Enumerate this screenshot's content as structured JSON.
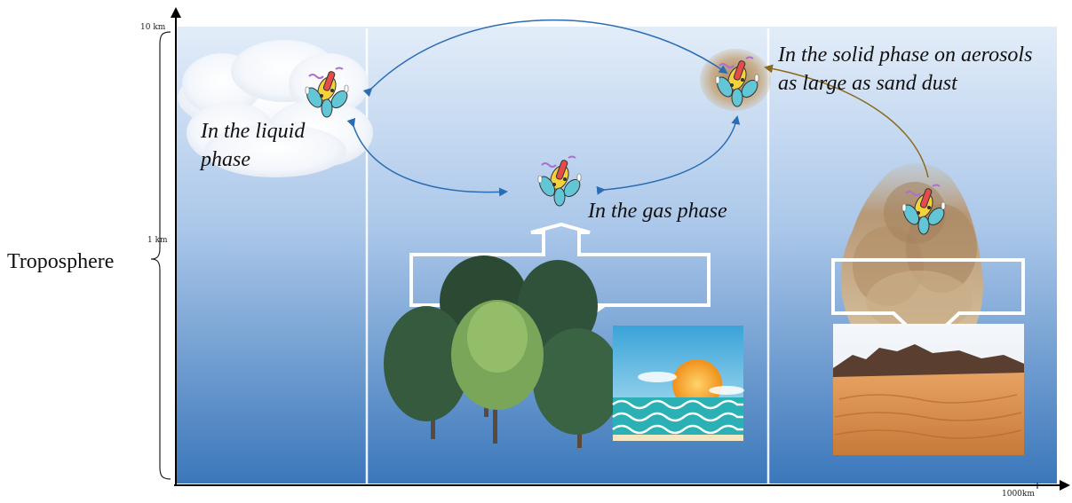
{
  "axis": {
    "y_top_label": "10 km",
    "y_mid_label": "1 km",
    "x_end_label": "1000km",
    "region_label": "Troposphere"
  },
  "labels": {
    "liquid": "In the liquid phase",
    "gas": "In the gas phase",
    "solid": "In the solid phase on aerosols as large as sand dust"
  },
  "colors": {
    "sky_top": "#dde9f8",
    "sky_bottom": "#3c79bc",
    "arrow_blue": "#2a6db3",
    "arrow_olive": "#8a6a1a"
  },
  "icons": [
    "microbe-cluster-icon",
    "cloud-icon",
    "sand-cloud-icon",
    "trees-icon",
    "sea-sun-icon",
    "desert-icon"
  ]
}
